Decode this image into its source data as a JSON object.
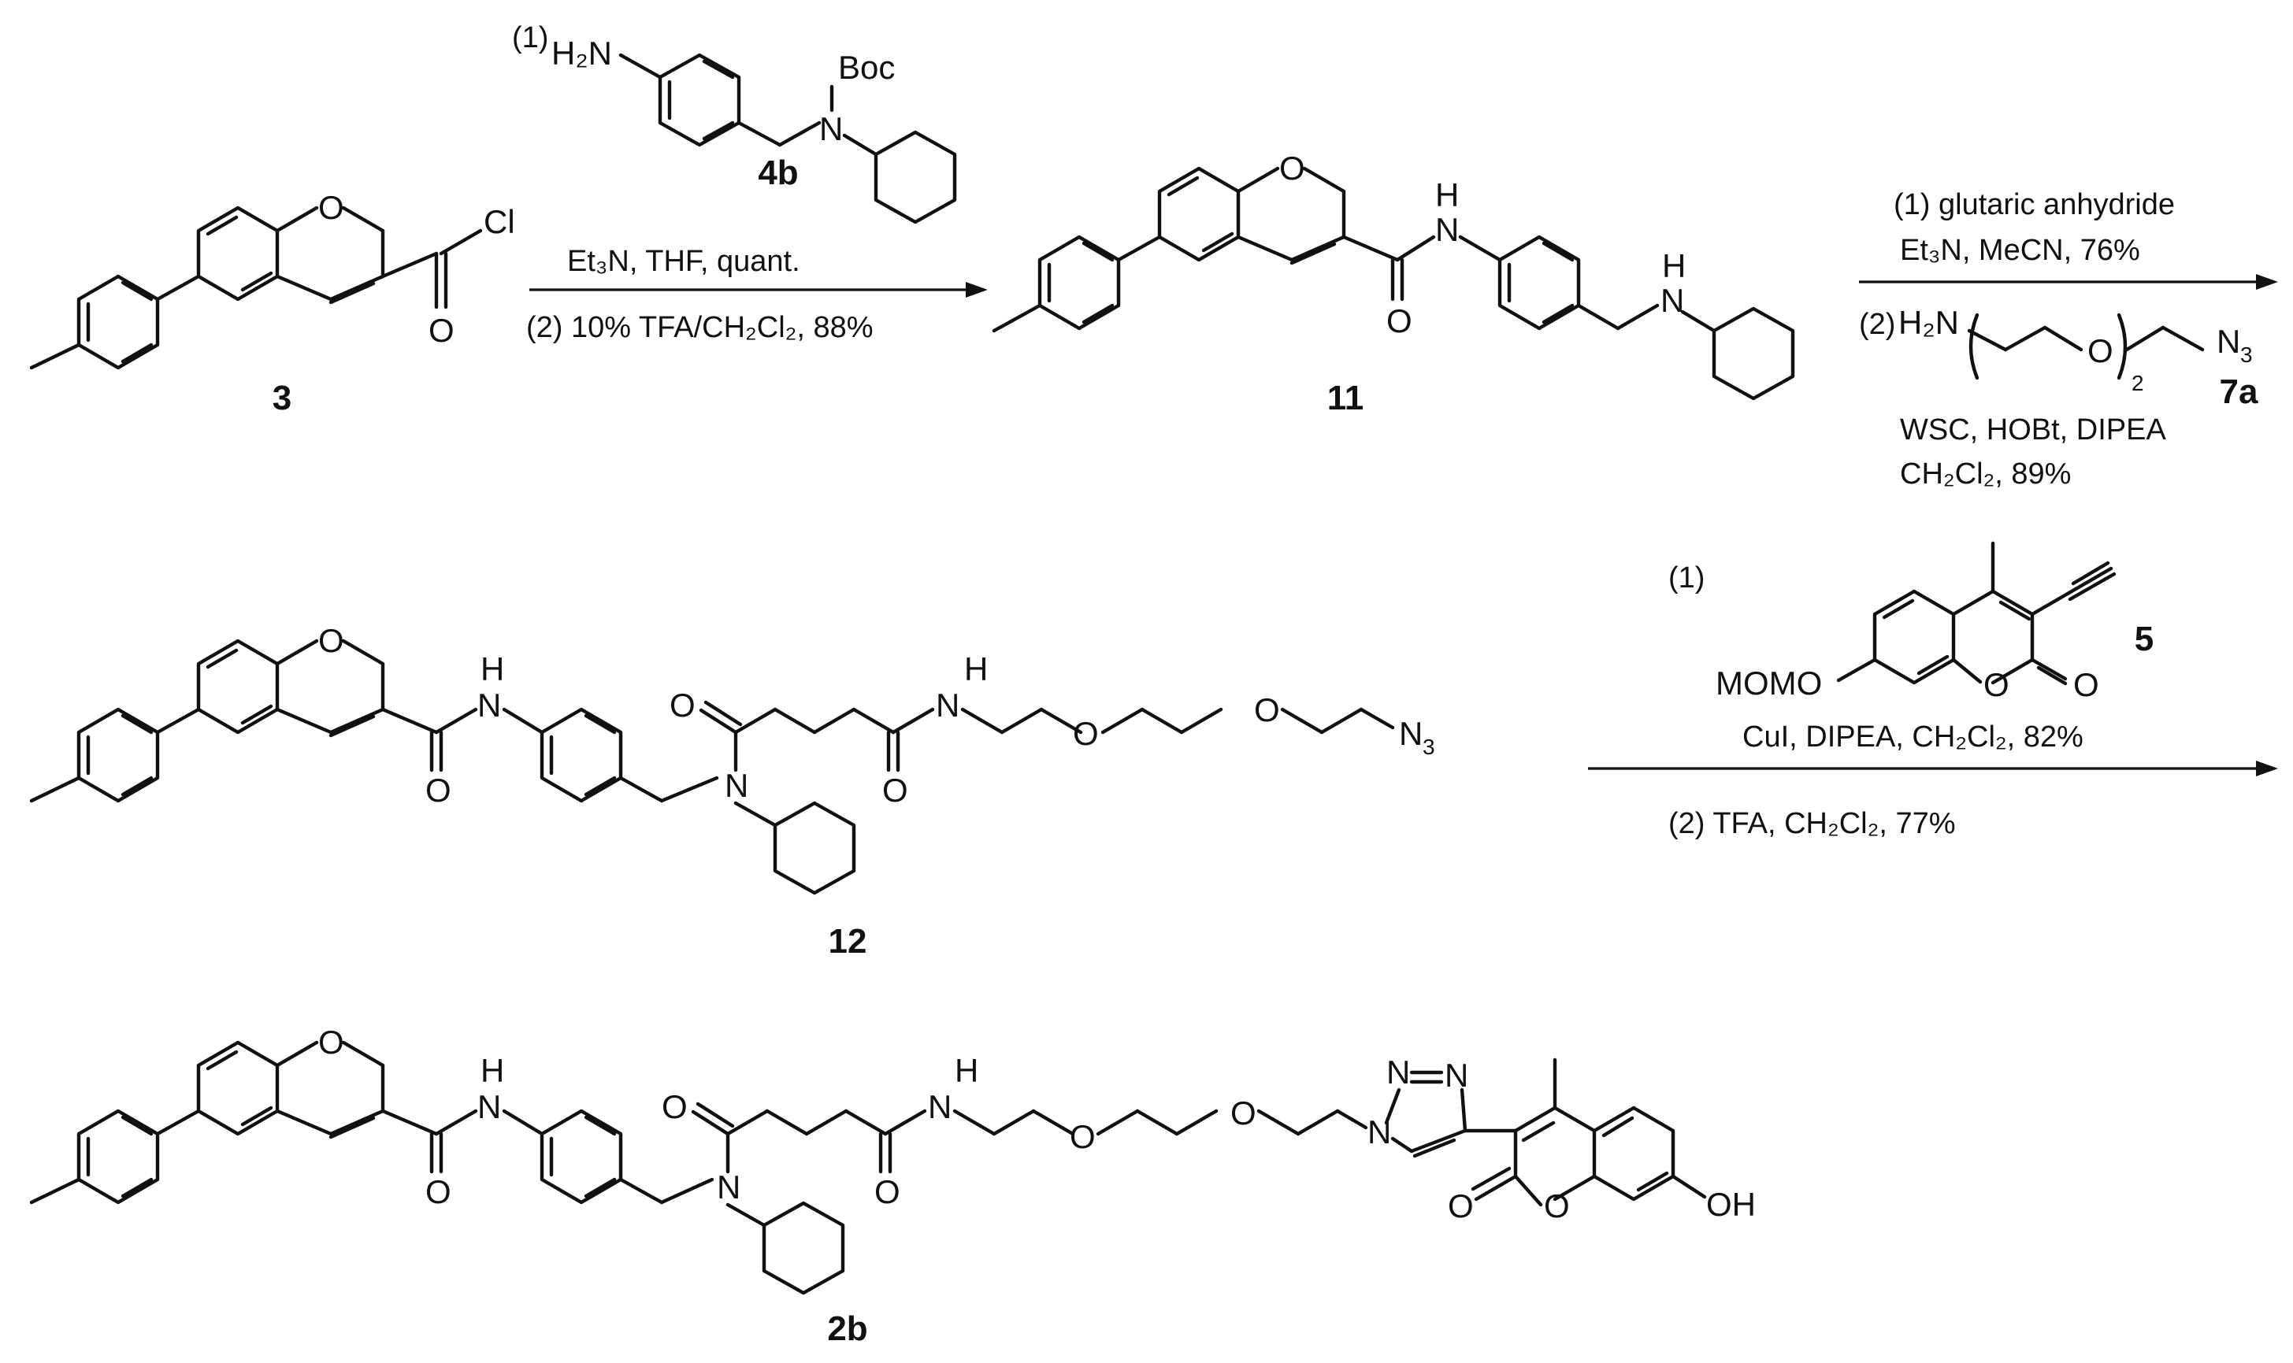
{
  "compounds": [
    {
      "id": "cmp-3",
      "label": "3"
    },
    {
      "id": "cmp-4b",
      "label": "4b"
    },
    {
      "id": "cmp-11",
      "label": "11"
    },
    {
      "id": "cmp-7a",
      "label": "7a"
    },
    {
      "id": "cmp-12",
      "label": "12"
    },
    {
      "id": "cmp-5",
      "label": "5"
    },
    {
      "id": "cmp-2b",
      "label": "2b"
    }
  ],
  "steps": [
    {
      "id": "step-1",
      "above": [
        "(1)"
      ],
      "lines": [
        "Et₃N, THF, quant."
      ],
      "below": [
        "(2) 10% TFA/CH₂Cl₂, 88%"
      ]
    },
    {
      "id": "step-2",
      "above": [
        "(1) glutaric anhydride",
        "Et₃N, MeCN, 76%"
      ],
      "below": [
        "(2)",
        "WSC, HOBt, DIPEA",
        "CH₂Cl₂, 89%"
      ]
    },
    {
      "id": "step-3",
      "above": [
        "(1)",
        "CuI, DIPEA, CH₂Cl₂, 82%"
      ],
      "below": [
        "(2) TFA, CH₂Cl₂, 77%"
      ]
    }
  ],
  "atoms": {
    "O": "O",
    "N": "N",
    "H": "H",
    "Cl": "Cl",
    "NH": "NH",
    "N3": "N",
    "sub3": "3",
    "H2N": "H₂N",
    "Boc": "Boc",
    "MOMO": "MOMO",
    "OH": "OH",
    "sub2": "2",
    "N_eq": "N"
  }
}
